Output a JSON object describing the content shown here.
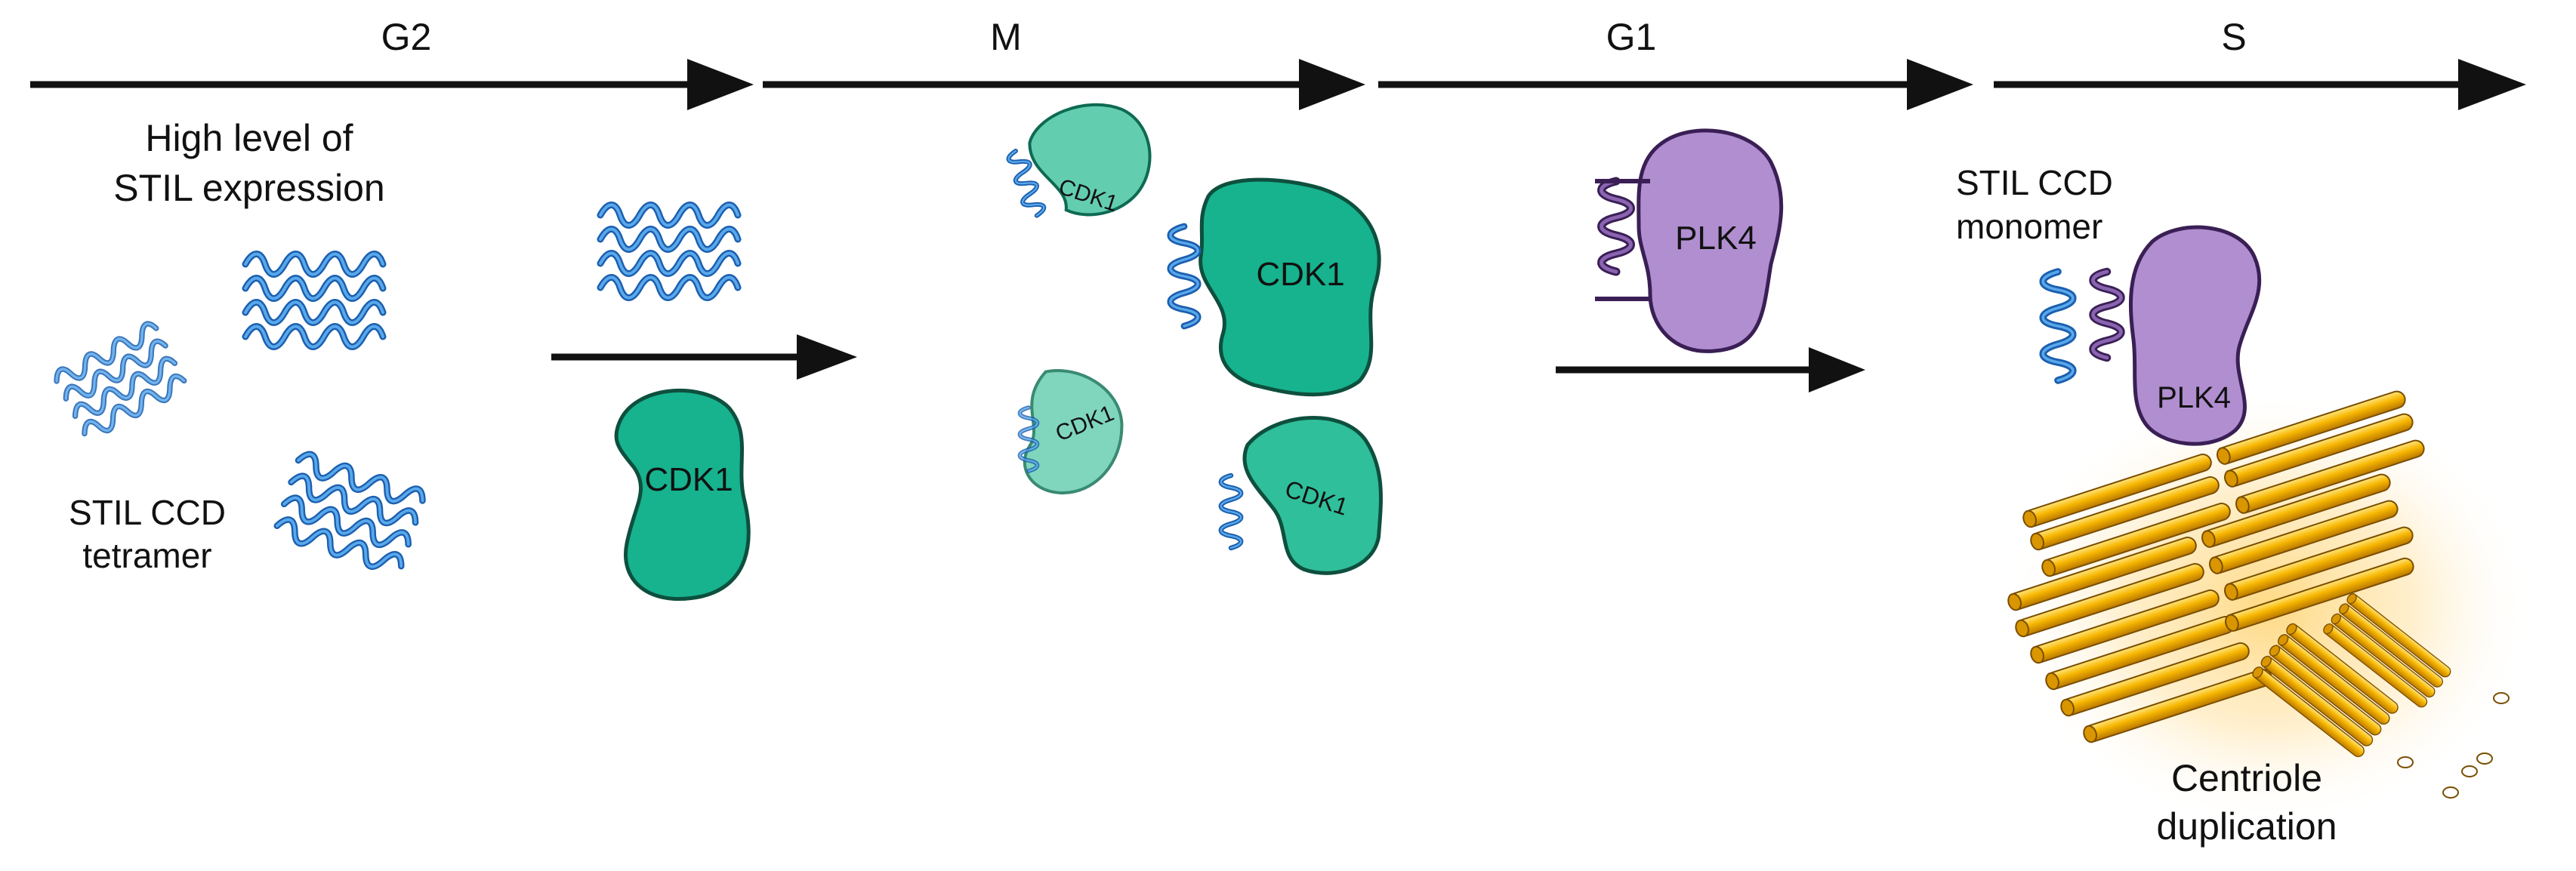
{
  "phases": [
    {
      "id": "g2",
      "label": "G2"
    },
    {
      "id": "m",
      "label": "M"
    },
    {
      "id": "g1",
      "label": "G1"
    },
    {
      "id": "s",
      "label": "S"
    }
  ],
  "labels": {
    "high_expression_line1": "High level of",
    "high_expression_line2": "STIL expression",
    "tetramer_line1": "STIL CCD",
    "tetramer_line2": "tetramer",
    "monomer_line1": "STIL CCD",
    "monomer_line2": "monomer",
    "centriole_line1": "Centriole",
    "centriole_line2": "duplication"
  },
  "proteins": {
    "cdk1": "CDK1",
    "plk4": "PLK4"
  },
  "colors": {
    "arrow": "#111111",
    "stil_helix": "#1f6fc8",
    "stil_helix_light": "#4f9be0",
    "cdk1_fill": "#16b38e",
    "cdk1_fill_light": "#63cdb0",
    "cdk1_stroke": "#0e6a52",
    "plk4_fill": "#b08ed0",
    "plk4_stroke": "#4a2a6a",
    "centriole_tube": "#f5b800",
    "centriole_glow": "#ffcf6a"
  }
}
